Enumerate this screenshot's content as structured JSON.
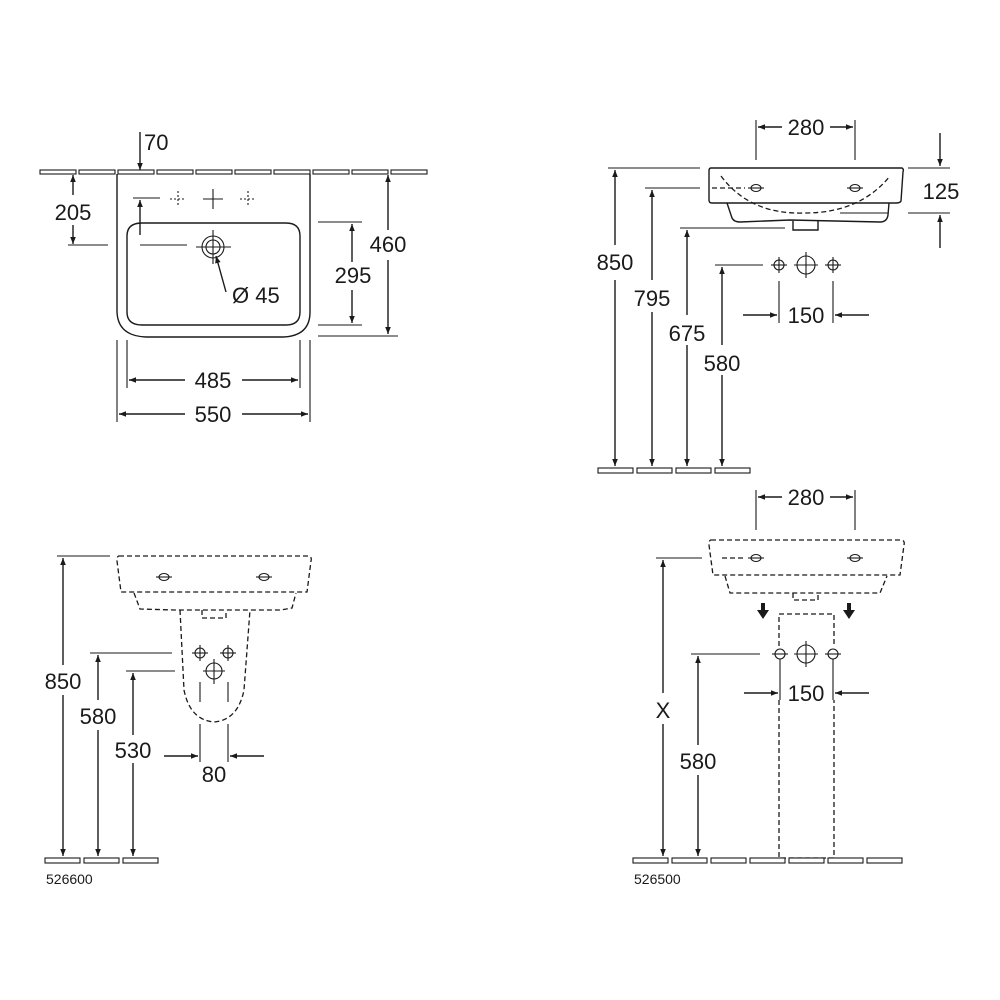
{
  "top_view": {
    "dim_tap_offset": "70",
    "dim_tap_to_drain": "205",
    "dim_bowl_depth": "295",
    "dim_total_depth": "460",
    "dim_bowl_width": "485",
    "dim_total_width": "550",
    "dim_drain_diameter": "Ø 45"
  },
  "side_view": {
    "dim_fixing_spacing": "280",
    "dim_basin_height": "125",
    "dim_rim_height": "850",
    "dim_fixing_height": "795",
    "dim_underside_height": "675",
    "dim_supply_height": "580",
    "dim_supply_spacing": "150"
  },
  "pedestal_view": {
    "dim_rim_height": "850",
    "dim_supply_height": "580",
    "dim_waste_height": "530",
    "dim_pedestal_width": "80",
    "model_number": "526600"
  },
  "column_view": {
    "dim_fixing_spacing": "280",
    "dim_height_variable": "X",
    "dim_supply_height": "580",
    "dim_supply_spacing": "150",
    "model_number": "526500"
  }
}
